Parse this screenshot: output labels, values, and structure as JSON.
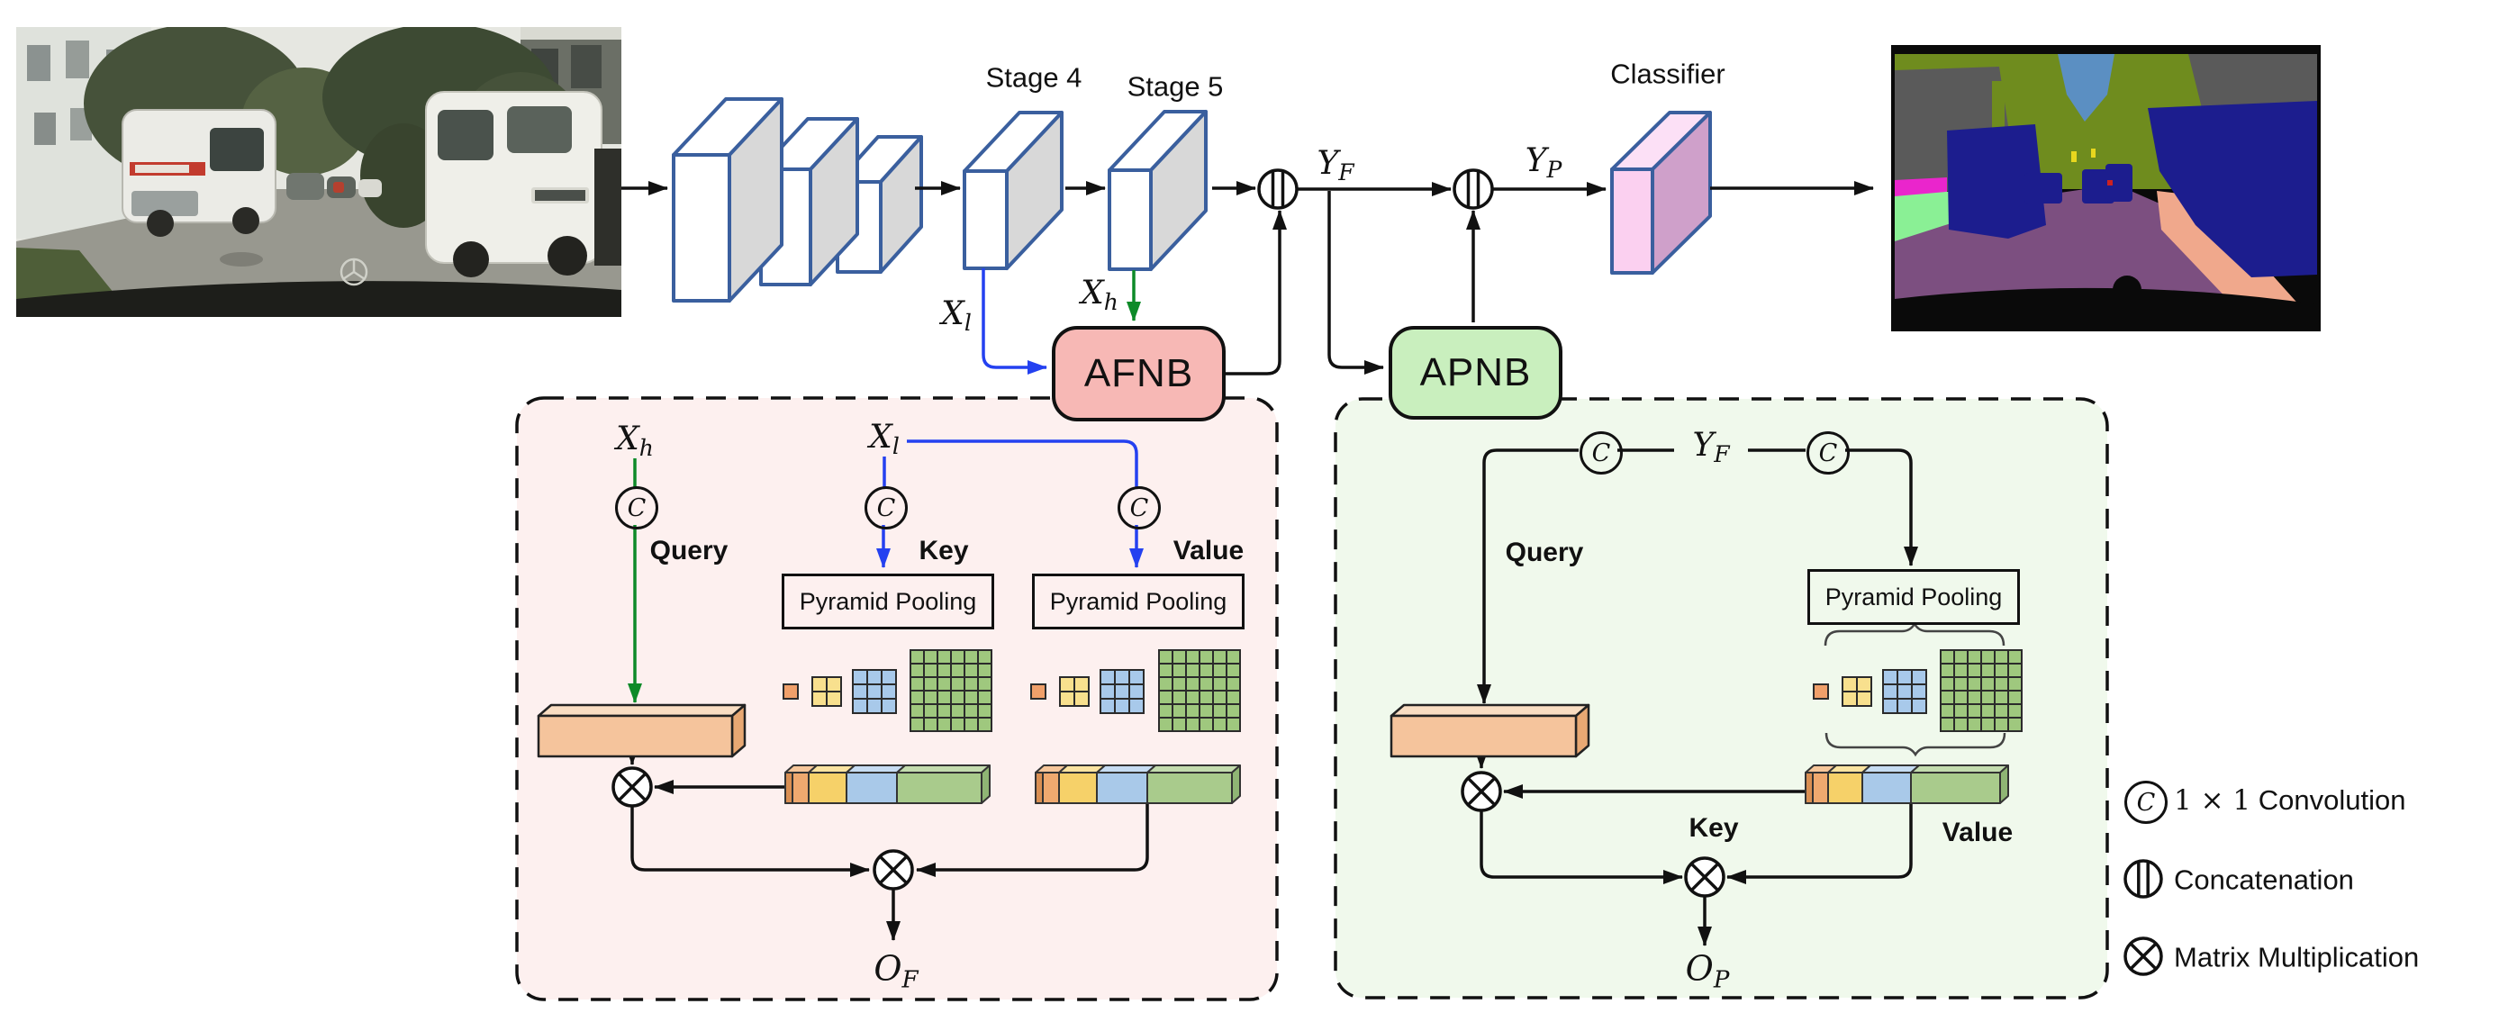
{
  "pipeline": {
    "stage4": "Stage 4",
    "stage5": "Stage 5",
    "classifier": "Classifier",
    "afnb": "AFNB",
    "apnb": "APNB",
    "x_l": {
      "base": "X",
      "sub": "l"
    },
    "x_h": {
      "base": "X",
      "sub": "h"
    },
    "y_f": {
      "base": "Y",
      "sub": "F"
    },
    "y_p": {
      "base": "Y",
      "sub": "P"
    }
  },
  "afnb_detail": {
    "x_h": {
      "base": "X",
      "sub": "h"
    },
    "x_l": {
      "base": "X",
      "sub": "l"
    },
    "conv": "C",
    "query": "Query",
    "key": "Key",
    "value": "Value",
    "pooling1": "Pyramid Pooling",
    "pooling2": "Pyramid Pooling",
    "out": {
      "base": "O",
      "sub": "F"
    }
  },
  "apnb_detail": {
    "y_f": {
      "base": "Y",
      "sub": "F"
    },
    "conv": "C",
    "query": "Query",
    "key": "Key",
    "value": "Value",
    "pooling": "Pyramid Pooling",
    "out": {
      "base": "O",
      "sub": "P"
    }
  },
  "legend": {
    "conv_symbol": "C",
    "items": [
      {
        "icon": "conv-icon",
        "math": "1 × 1",
        "rest": "Convolution"
      },
      {
        "icon": "concat-icon",
        "label": "Concatenation"
      },
      {
        "icon": "matmul-icon",
        "label": "Matrix Multiplication"
      }
    ]
  },
  "colors": {
    "box-stroke": "#3a5f9e",
    "box-side": "#d8d8d8",
    "afnb-fill": "#f7b8b5",
    "apnb-fill": "#c9efbe",
    "afnb-panel": "#fdf0ef",
    "apnb-panel": "#f0f9ec",
    "classifier-front": "#fbd0f0",
    "classifier-top": "#fce0f6",
    "classifier-side": "#cfa0ca",
    "blue-line": "#2441f0",
    "green-line": "#0d8a28",
    "bar-front": "#f5c49c",
    "bar-top": "#f9ddc2",
    "bar-side": "#e8a873",
    "seg-orange": "#efa96f",
    "seg-yellow": "#f6d169",
    "seg-blue": "#a9c9e9",
    "seg-green": "#a9cb8c"
  }
}
